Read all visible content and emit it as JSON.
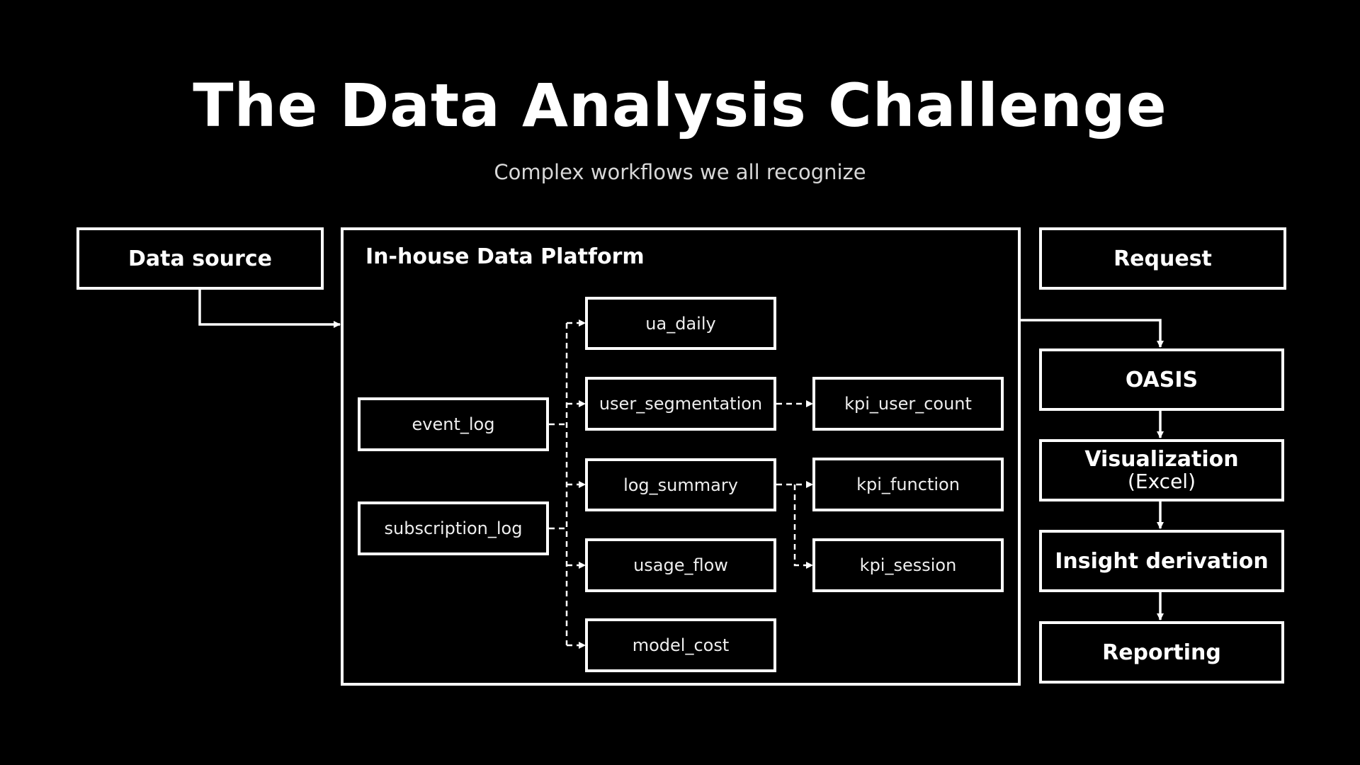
{
  "slide": {
    "title": "The Data Analysis Challenge",
    "subtitle": "Complex workflows we all recognize"
  },
  "data_source": {
    "label": "Data source"
  },
  "platform": {
    "title": "In-house Data Platform",
    "sources": [
      "event_log",
      "subscription_log"
    ],
    "intermediate_tables": [
      "ua_daily",
      "user_segmentation",
      "log_summary",
      "usage_flow",
      "model_cost"
    ],
    "kpi_tables": [
      "kpi_user_count",
      "kpi_function",
      "kpi_session"
    ]
  },
  "workflow": {
    "request": "Request",
    "oasis": "OASIS",
    "visualization": "Visualization",
    "visualization_sub": "(Excel)",
    "insight": "Insight derivation",
    "reporting": "Reporting"
  },
  "colors": {
    "background": "#000000",
    "foreground": "#ffffff"
  }
}
